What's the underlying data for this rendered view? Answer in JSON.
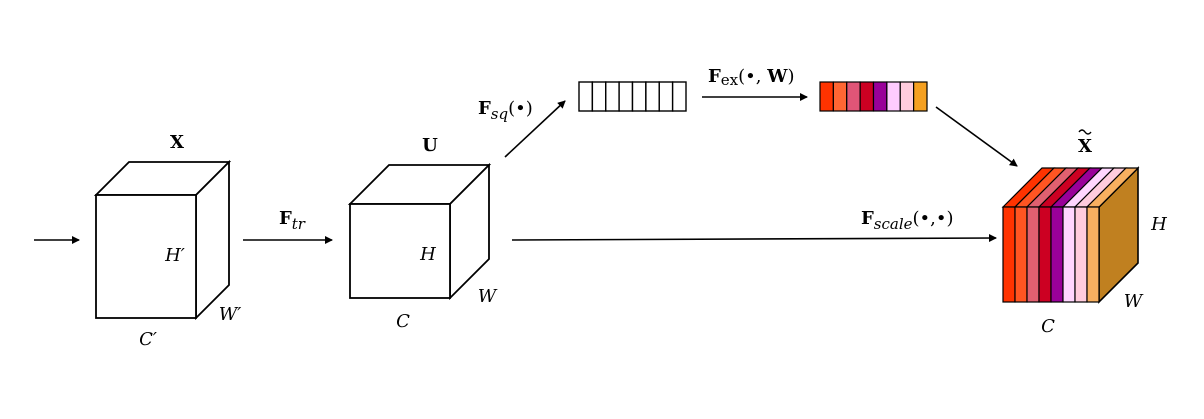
{
  "tensor_x": {
    "name": "X",
    "height": "H′",
    "width": "W′",
    "channels": "C′"
  },
  "tensor_u": {
    "name": "U",
    "height": "H",
    "width": "W",
    "channels": "C"
  },
  "tensor_xt": {
    "name": "X",
    "height": "H",
    "width": "W",
    "channels": "C"
  },
  "op_tr": {
    "main": "F",
    "sub": "tr"
  },
  "op_sq": {
    "main": "F",
    "sub": "sq",
    "args": "(•)"
  },
  "op_ex": {
    "main": "F",
    "sub": "ex",
    "args_open": "(•, ",
    "args_w": "W",
    "args_close": ")"
  },
  "op_scale": {
    "main": "F",
    "sub": "scale",
    "args": "(•,•)"
  },
  "colors": {
    "excite": [
      "#ff3300",
      "#ff6633",
      "#e05577",
      "#cc0022",
      "#990099",
      "#ffccff",
      "#ffccdd",
      "#f5a020"
    ],
    "slices": [
      "#ff3300",
      "#ff5522",
      "#e06070",
      "#cc0022",
      "#990099",
      "#ffd6ff",
      "#ffccdd",
      "#f8b060"
    ],
    "side": "#c08020"
  }
}
